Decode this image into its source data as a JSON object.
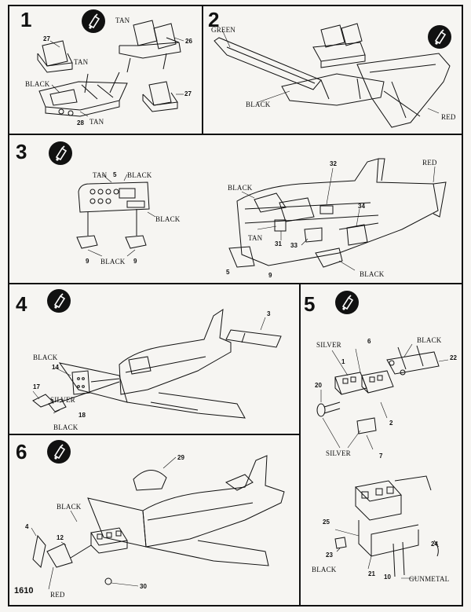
{
  "document": {
    "code": "1610"
  },
  "steps": [
    {
      "number": "1",
      "labels": [
        "TAN",
        "TAN",
        "BLACK",
        "TAN"
      ],
      "parts": [
        "27",
        "26",
        "27",
        "28"
      ]
    },
    {
      "number": "2",
      "labels": [
        "GREEN",
        "BLACK",
        "RED"
      ],
      "parts": []
    },
    {
      "number": "3",
      "labels": [
        "TAN",
        "BLACK",
        "BLACK",
        "BLACK",
        "BLACK",
        "RED",
        "TAN",
        "BLACK"
      ],
      "parts": [
        "5",
        "9",
        "9",
        "32",
        "34",
        "31",
        "33",
        "5",
        "9"
      ]
    },
    {
      "number": "4",
      "labels": [
        "BLACK",
        "SILVER",
        "BLACK"
      ],
      "parts": [
        "3",
        "14",
        "17",
        "18"
      ]
    },
    {
      "number": "5",
      "labels": [
        "SILVER",
        "BLACK",
        "SILVER",
        "BLACK",
        "GUNMETAL"
      ],
      "parts": [
        "6",
        "1",
        "22",
        "20",
        "2",
        "7",
        "25",
        "23",
        "21",
        "24",
        "10"
      ]
    },
    {
      "number": "6",
      "labels": [
        "BLACK",
        "RED"
      ],
      "parts": [
        "29",
        "4",
        "12",
        "30"
      ]
    }
  ],
  "icons": {
    "glue": "glue-tube-icon"
  }
}
